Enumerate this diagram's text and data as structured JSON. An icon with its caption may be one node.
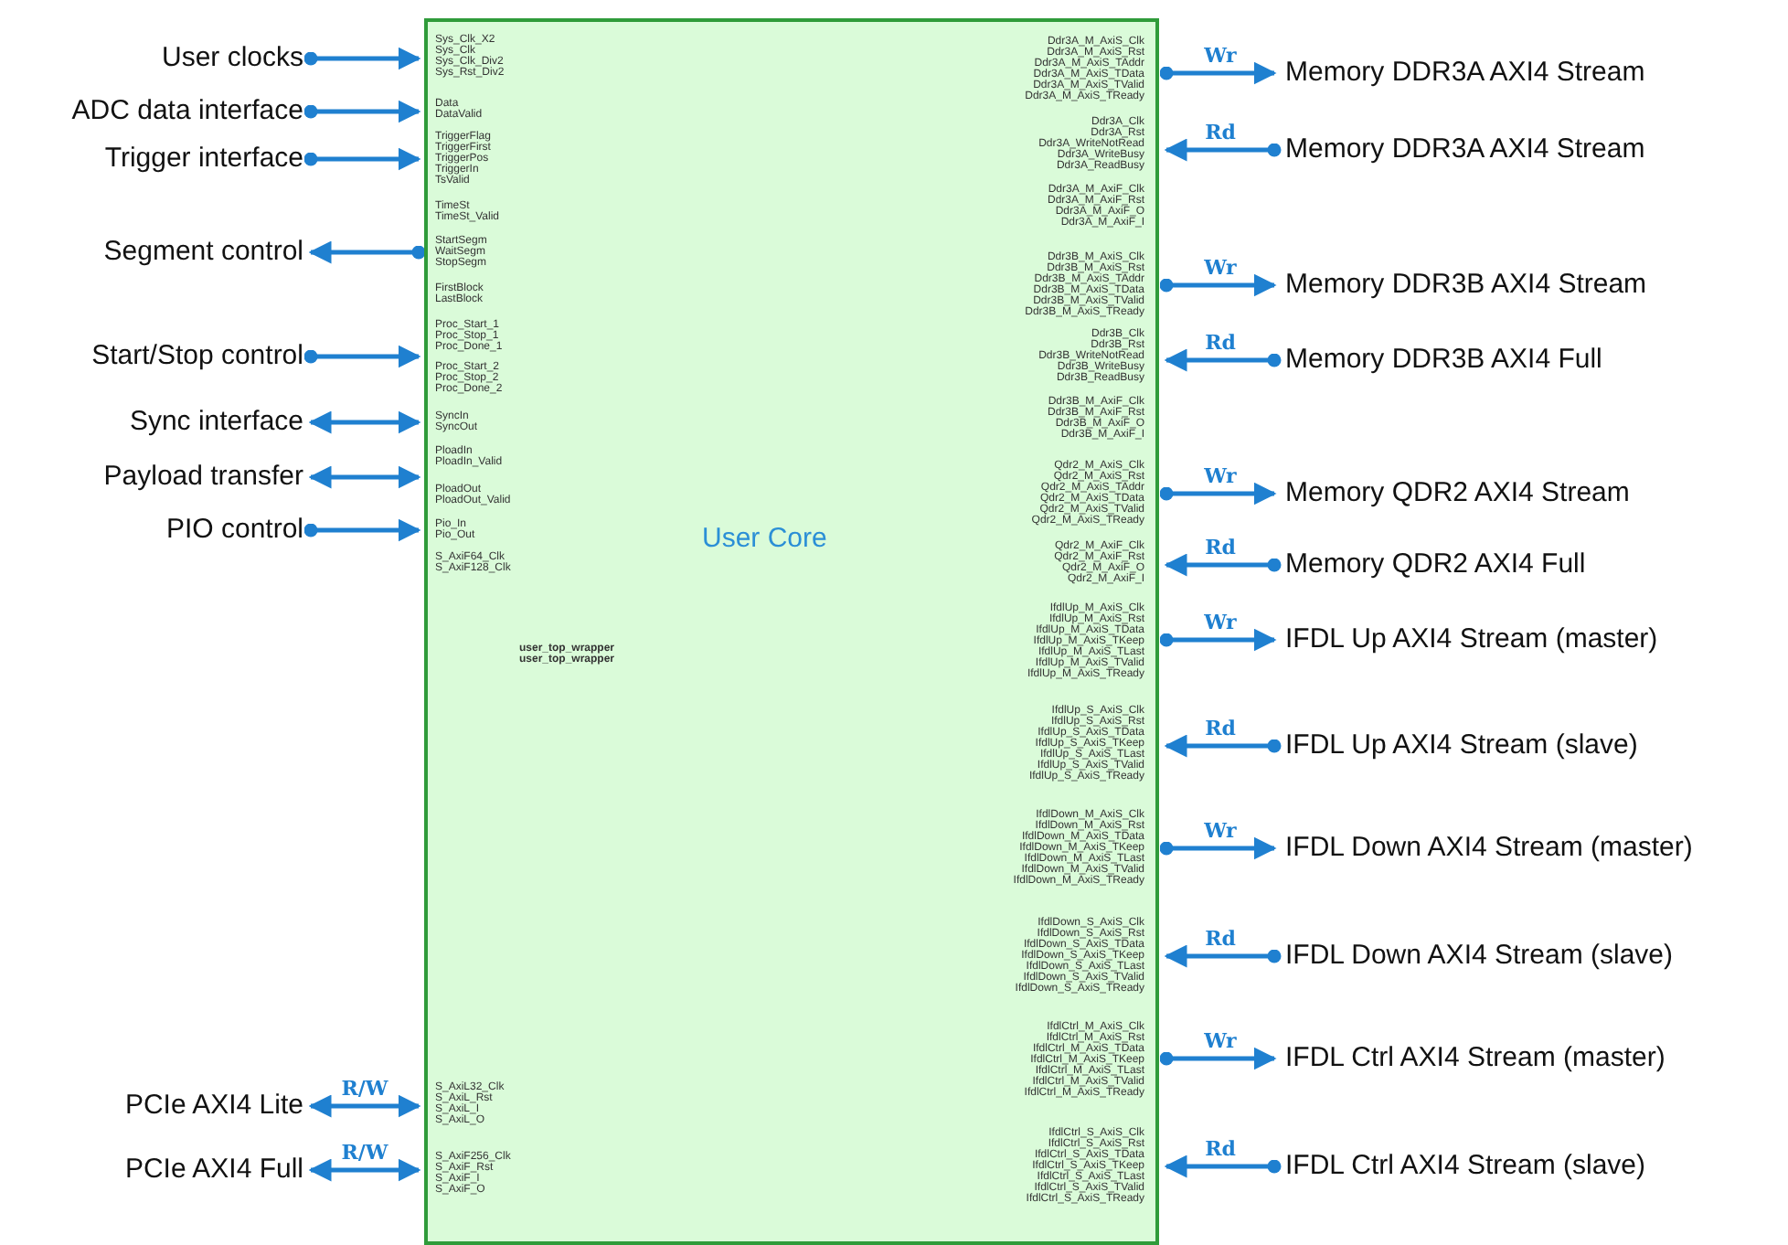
{
  "diagram": {
    "nodes": [
      {
        "text": [
          "User Core"
        ]
      },
      {
        "text": [
          "User clocks"
        ]
      },
      {
        "text": [
          "ADC data interface"
        ]
      },
      {
        "text": [
          "Trigger interface"
        ]
      },
      {
        "text": [
          "Segment control"
        ]
      },
      {
        "text": [
          "Start/Stop control"
        ]
      },
      {
        "text": [
          "Sync interface"
        ]
      },
      {
        "text": [
          "Payload transfer"
        ]
      },
      {
        "text": [
          "PIO control"
        ]
      },
      {
        "text": [
          "PCIe AXI4 Lite"
        ]
      },
      {
        "text": [
          "PCIe AXI4 Full"
        ]
      },
      {
        "text": [
          "Memory DDR3A AXI4 Stream"
        ]
      },
      {
        "text": [
          "Memory DDR3A AXI4 Stream"
        ]
      },
      {
        "text": [
          "Memory DDR3B AXI4 Stream"
        ]
      },
      {
        "text": [
          "Memory DDR3B AXI4 Full"
        ]
      },
      {
        "text": [
          "Memory QDR2 AXI4 Stream"
        ]
      },
      {
        "text": [
          "Memory QDR2 AXI4 Full"
        ]
      },
      {
        "text": [
          "IFDL Up AXI4 Stream (master)"
        ]
      },
      {
        "text": [
          "IFDL Up AXI4 Stream (slave)"
        ]
      },
      {
        "text": [
          "IFDL Down AXI4 Stream (master)"
        ]
      },
      {
        "text": [
          "IFDL Down AXI4 Stream (slave)"
        ]
      },
      {
        "text": [
          "IFDL Ctrl AXI4 Stream (master)"
        ]
      },
      {
        "text": [
          "IFDL Ctrl AXI4 Stream (slave)"
        ]
      }
    ],
    "edges": [
      {
        "from": 1,
        "to": 0,
        "arrow": "to"
      },
      {
        "from": 2,
        "to": 0,
        "arrow": "to"
      },
      {
        "from": 3,
        "to": 0,
        "arrow": "to"
      },
      {
        "from": 0,
        "to": 4,
        "arrow": "to"
      },
      {
        "from": 5,
        "to": 0,
        "arrow": "to"
      },
      {
        "from": 6,
        "to": 0,
        "arrow": "both"
      },
      {
        "from": 7,
        "to": 0,
        "arrow": "both"
      },
      {
        "from": 8,
        "to": 0,
        "arrow": "to"
      },
      {
        "from": 9,
        "to": 0,
        "arrow": "both",
        "label": "R/W"
      },
      {
        "from": 10,
        "to": 0,
        "arrow": "both",
        "label": "R/W"
      },
      {
        "from": 0,
        "to": 11,
        "arrow": "to",
        "label": "Wr"
      },
      {
        "from": 12,
        "to": 0,
        "arrow": "to",
        "label": "Rd"
      },
      {
        "from": 0,
        "to": 13,
        "arrow": "to",
        "label": "Wr"
      },
      {
        "from": 14,
        "to": 0,
        "arrow": "to",
        "label": "Rd"
      },
      {
        "from": 0,
        "to": 15,
        "arrow": "to",
        "label": "Wr"
      },
      {
        "from": 16,
        "to": 0,
        "arrow": "to",
        "label": "Rd"
      },
      {
        "from": 0,
        "to": 17,
        "arrow": "to",
        "label": "Wr"
      },
      {
        "from": 18,
        "to": 0,
        "arrow": "to",
        "label": "Rd"
      },
      {
        "from": 0,
        "to": 19,
        "arrow": "to",
        "label": "Wr"
      },
      {
        "from": 20,
        "to": 0,
        "arrow": "to",
        "label": "Rd"
      },
      {
        "from": 0,
        "to": 21,
        "arrow": "to",
        "label": "Wr"
      },
      {
        "from": 22,
        "to": 0,
        "arrow": "to",
        "label": "Rd"
      }
    ],
    "labels": [
      "Sys_Clk_X2",
      "Sys_Clk",
      "Sys_Clk_Div2",
      "Sys_Rst_Div2",
      "Data",
      "DataValid",
      "TriggerFlag",
      "TriggerFirst",
      "TriggerPos",
      "TriggerIn",
      "TsValid",
      "TimeSt",
      "TimeSt_Valid",
      "StartSegm",
      "WaitSegm",
      "StopSegm",
      "FirstBlock",
      "LastBlock",
      "Proc_Start_1",
      "Proc_Stop_1",
      "Proc_Done_1",
      "Proc_Start_2",
      "Proc_Stop_2",
      "Proc_Done_2",
      "SyncIn",
      "SyncOut",
      "PloadIn",
      "PloadIn_Valid",
      "PloadOut",
      "PloadOut_Valid",
      "Pio_In",
      "Pio_Out",
      "S_AxiF64_Clk",
      "S_AxiF128_Clk",
      "user_top_wrapper",
      "user_top_wrapper",
      "S_AxiL32_Clk",
      "S_AxiL_Rst",
      "S_AxiL_I",
      "S_AxiL_O",
      "S_AxiF256_Clk",
      "S_AxiF_Rst",
      "S_AxiF_I",
      "S_AxiF_O",
      "Ddr3A_M_AxiS_Clk",
      "Ddr3A_M_AxiS_Rst",
      "Ddr3A_M_AxiS_TAddr",
      "Ddr3A_M_AxiS_TData",
      "Ddr3A_M_AxiS_TValid",
      "Ddr3A_M_AxiS_TReady",
      "Ddr3A_Clk",
      "Ddr3A_Rst",
      "Ddr3A_WriteNotRead",
      "Ddr3A_WriteBusy",
      "Ddr3A_ReadBusy",
      "Ddr3A_M_AxiF_Clk",
      "Ddr3A_M_AxiF_Rst",
      "Ddr3A_M_AxiF_O",
      "Ddr3A_M_AxiF_I",
      "Ddr3B_M_AxiS_Clk",
      "Ddr3B_M_AxiS_Rst",
      "Ddr3B_M_AxiS_TAddr",
      "Ddr3B_M_AxiS_TData",
      "Ddr3B_M_AxiS_TValid",
      "Ddr3B_M_AxiS_TReady",
      "Ddr3B_Clk",
      "Ddr3B_Rst",
      "Ddr3B_WriteNotRead",
      "Ddr3B_WriteBusy",
      "Ddr3B_ReadBusy",
      "Ddr3B_M_AxiF_Clk",
      "Ddr3B_M_AxiF_Rst",
      "Ddr3B_M_AxiF_O",
      "Ddr3B_M_AxiF_I",
      "Qdr2_M_AxiS_Clk",
      "Qdr2_M_AxiS_Rst",
      "Qdr2_M_AxiS_TAddr",
      "Qdr2_M_AxiS_TData",
      "Qdr2_M_AxiS_TValid",
      "Qdr2_M_AxiS_TReady",
      "Qdr2_M_AxiF_Clk",
      "Qdr2_M_AxiF_Rst",
      "Qdr2_M_AxiF_O",
      "Qdr2_M_AxiF_I",
      "IfdlUp_M_AxiS_Clk",
      "IfdlUp_M_AxiS_Rst",
      "IfdlUp_M_AxiS_TData",
      "IfdlUp_M_AxiS_TKeep",
      "IfdlUp_M_AxiS_TLast",
      "IfdlUp_M_AxiS_TValid",
      "IfdlUp_M_AxiS_TReady",
      "IfdlUp_S_AxiS_Clk",
      "IfdlUp_S_AxiS_Rst",
      "IfdlUp_S_AxiS_TData",
      "IfdlUp_S_AxiS_TKeep",
      "IfdlUp_S_AxiS_TLast",
      "IfdlUp_S_AxiS_TValid",
      "IfdlUp_S_AxiS_TReady",
      "IfdlDown_M_AxiS_Clk",
      "IfdlDown_M_AxiS_Rst",
      "IfdlDown_M_AxiS_TData",
      "IfdlDown_M_AxiS_TKeep",
      "IfdlDown_M_AxiS_TLast",
      "IfdlDown_M_AxiS_TValid",
      "IfdlDown_M_AxiS_TReady",
      "IfdlDown_S_AxiS_Clk",
      "IfdlDown_S_AxiS_Rst",
      "IfdlDown_S_AxiS_TData",
      "IfdlDown_S_AxiS_TKeep",
      "IfdlDown_S_AxiS_TLast",
      "IfdlDown_S_AxiS_TValid",
      "IfdlDown_S_AxiS_TReady",
      "IfdlCtrl_M_AxiS_Clk",
      "IfdlCtrl_M_AxiS_Rst",
      "IfdlCtrl_M_AxiS_TData",
      "IfdlCtrl_M_AxiS_TKeep",
      "IfdlCtrl_M_AxiS_TLast",
      "IfdlCtrl_M_AxiS_TValid",
      "IfdlCtrl_M_AxiS_TReady",
      "IfdlCtrl_S_AxiS_Clk",
      "IfdlCtrl_S_AxiS_Rst",
      "IfdlCtrl_S_AxiS_TData",
      "IfdlCtrl_S_AxiS_TKeep",
      "IfdlCtrl_S_AxiS_TLast",
      "IfdlCtrl_S_AxiS_TValid",
      "IfdlCtrl_S_AxiS_TReady"
    ]
  }
}
